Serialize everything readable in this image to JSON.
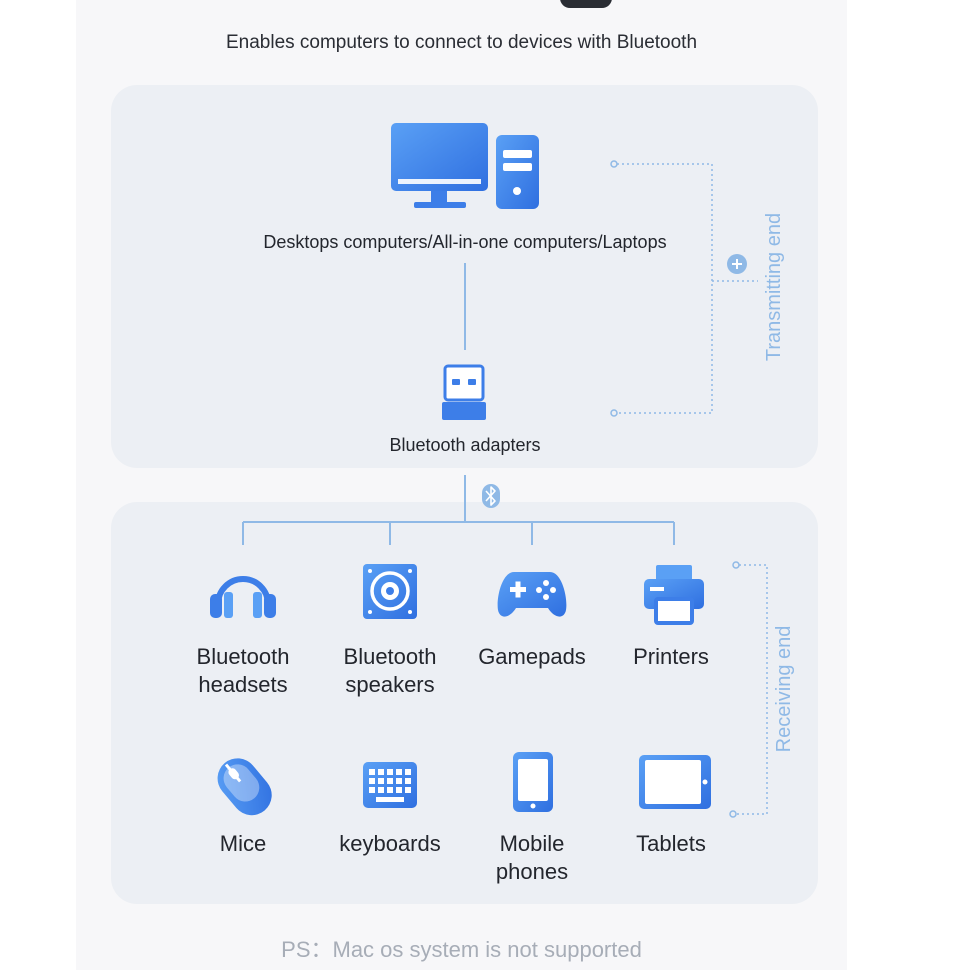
{
  "subtitle": "Enables computers to connect to devices with Bluetooth",
  "transmitting": {
    "label": "Transmitting end",
    "computer": "Desktops computers/All-in-one computers/Laptops",
    "adapter": "Bluetooth adapters"
  },
  "receiving": {
    "label": "Receiving end",
    "devices": [
      {
        "label": "Bluetooth\nheadsets",
        "icon": "headset-icon"
      },
      {
        "label": "Bluetooth\nspeakers",
        "icon": "speaker-icon"
      },
      {
        "label": "Gamepads",
        "icon": "gamepad-icon"
      },
      {
        "label": "Printers",
        "icon": "printer-icon"
      },
      {
        "label": "Mice",
        "icon": "mouse-icon"
      },
      {
        "label": "keyboards",
        "icon": "keyboard-icon"
      },
      {
        "label": "Mobile\nphones",
        "icon": "phone-icon"
      },
      {
        "label": "Tablets",
        "icon": "tablet-icon"
      }
    ]
  },
  "footnote": "PS：Mac os system is not supported",
  "colors": {
    "accent": "#3d7ee8",
    "line": "#8fb9e6",
    "card": "#eceff4"
  }
}
